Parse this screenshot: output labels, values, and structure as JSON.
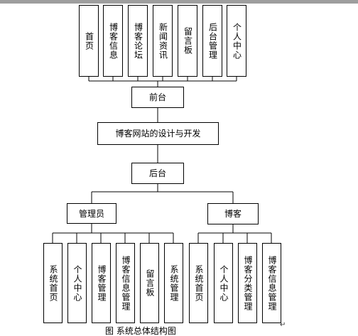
{
  "root": {
    "label": "博客网站的设计与开发"
  },
  "front": {
    "label": "前台",
    "modules": [
      "首页",
      "博客信息",
      "博客论坛",
      "新闻资讯",
      "留言板",
      "后台管理",
      "个人中心"
    ]
  },
  "back": {
    "label": "后台"
  },
  "admin": {
    "label": "管理员",
    "modules": [
      "系统首页",
      "个人中心",
      "博客管理",
      "博客信息管理",
      "留言板",
      "系统管理"
    ]
  },
  "blogger": {
    "label": "博客",
    "modules": [
      "系统首页",
      "个人中心",
      "博客分类管理",
      "博客信息管理"
    ]
  },
  "caption": "图   系统总体结构图",
  "return_mark": "↵"
}
